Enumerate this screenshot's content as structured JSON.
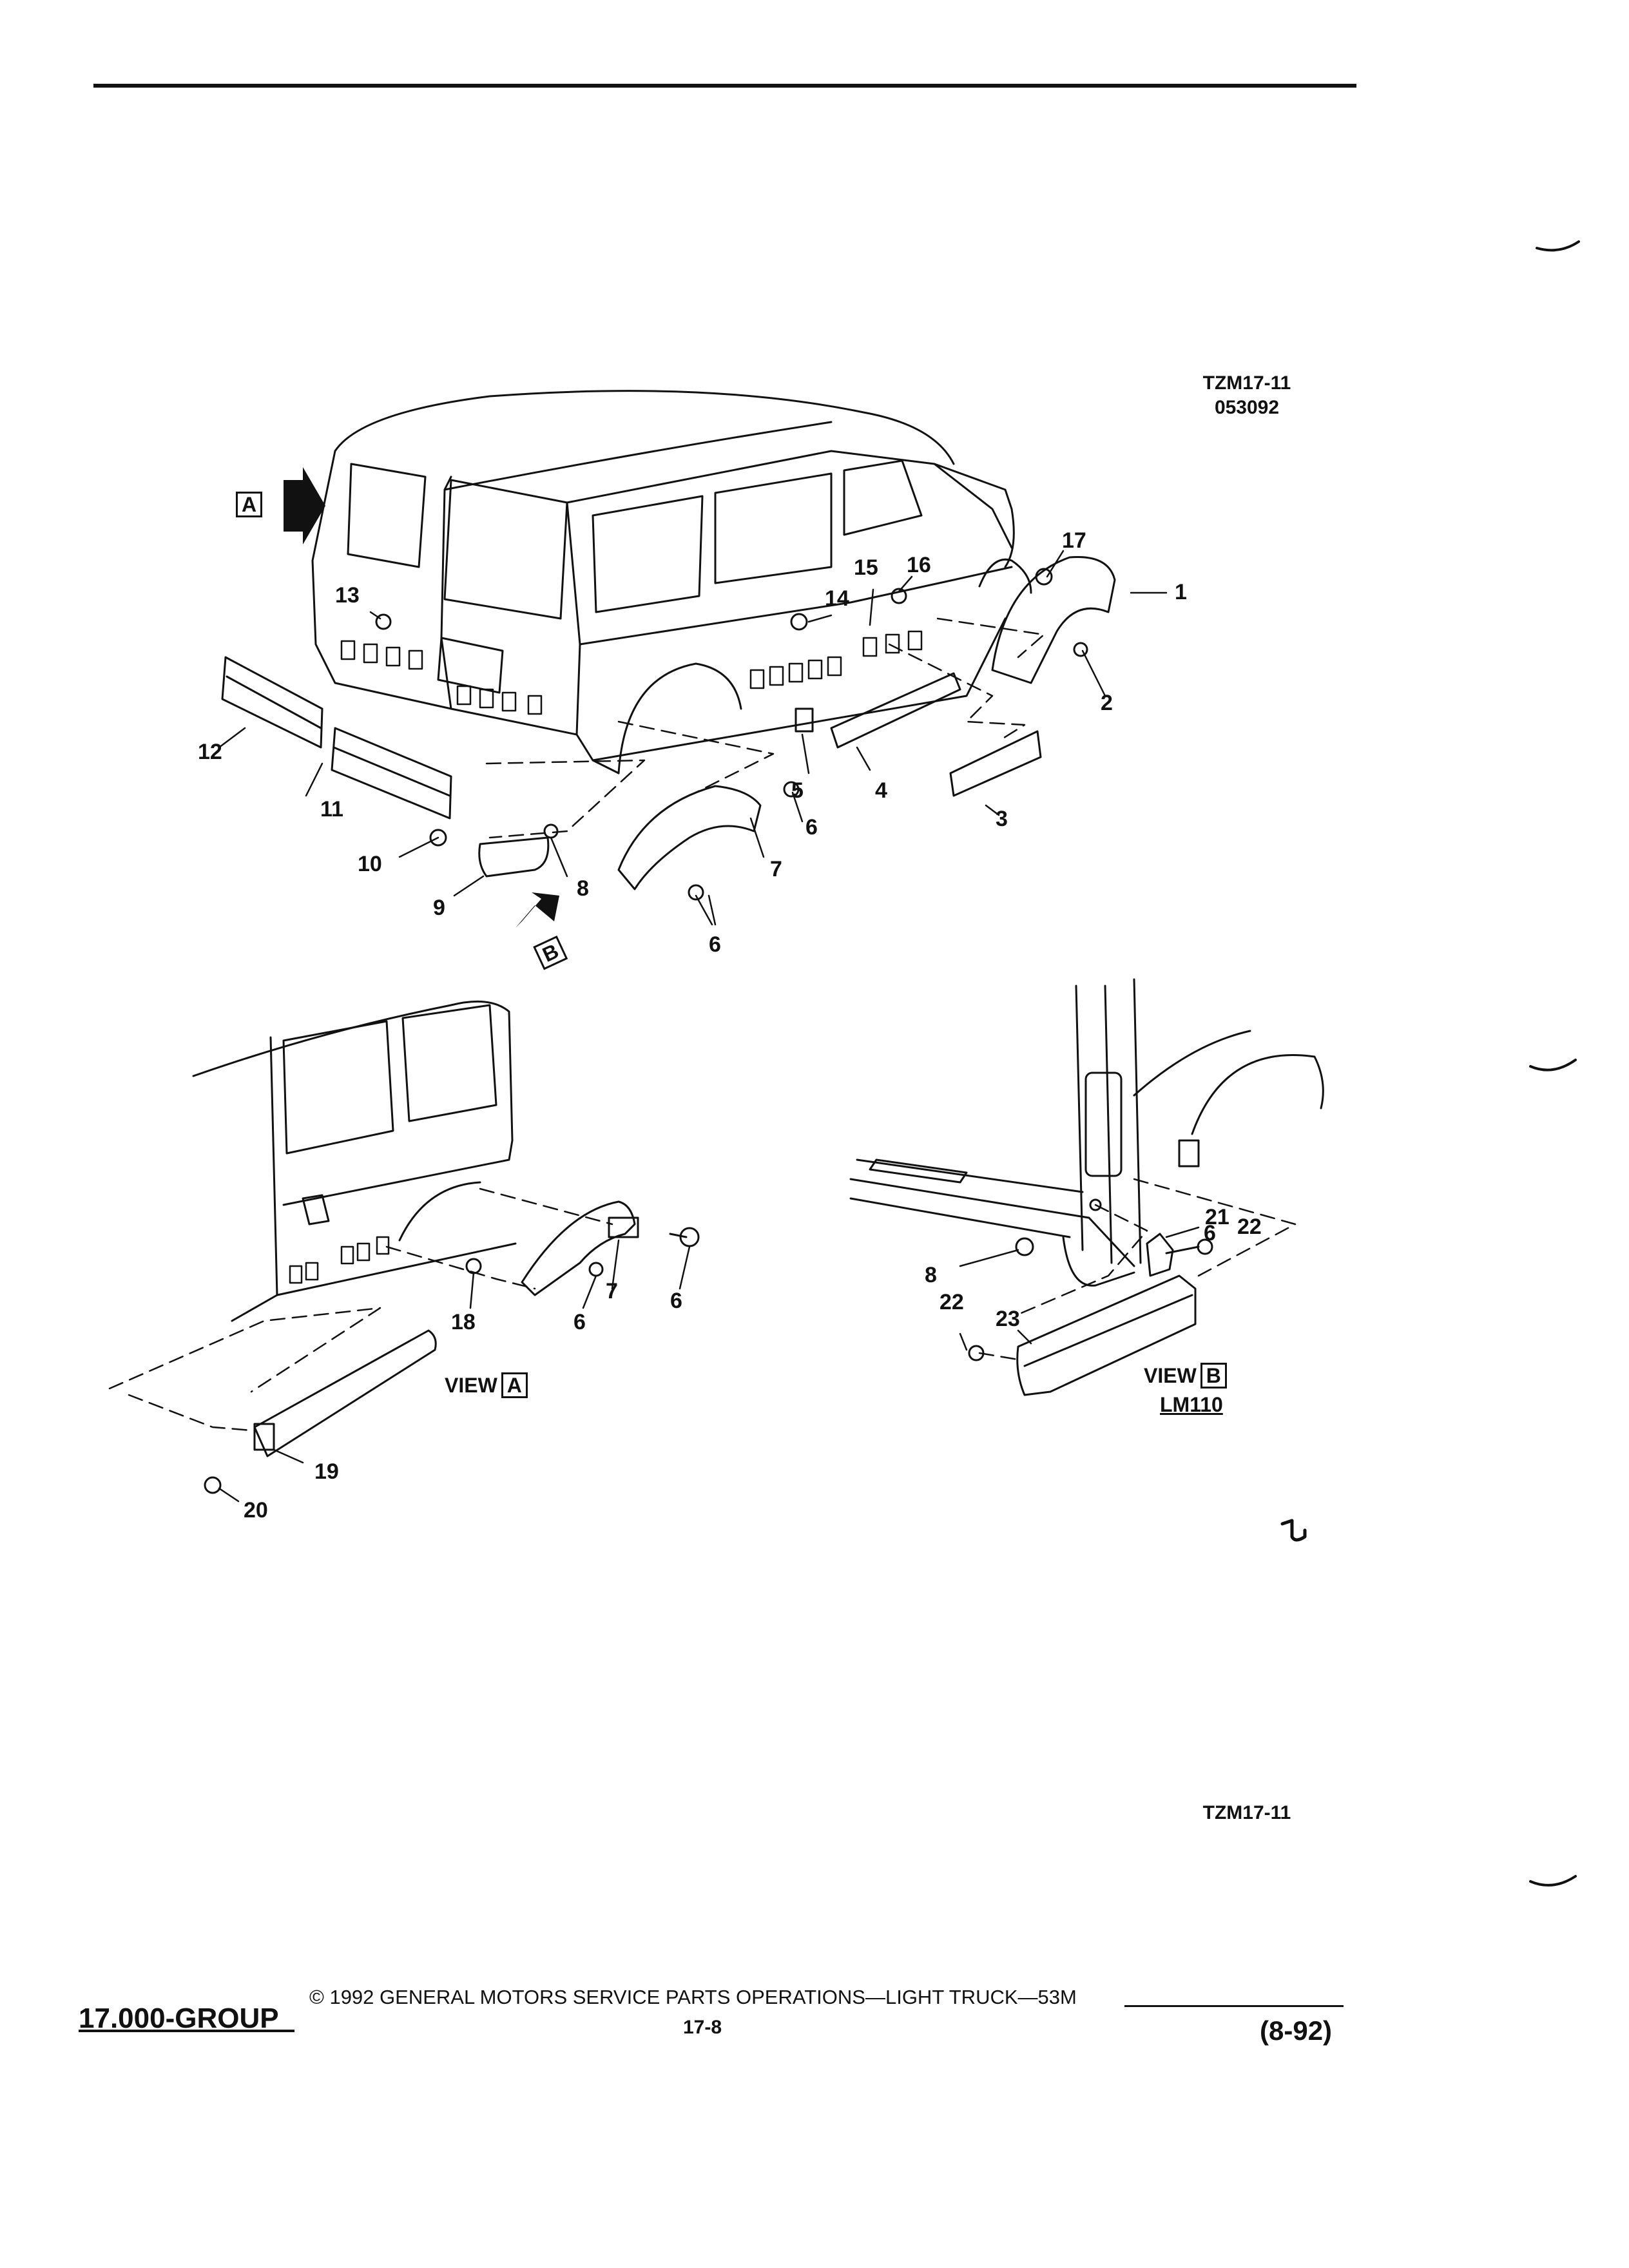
{
  "illustration": {
    "code": "TZM17-11",
    "date": "053092",
    "code_bottom": "TZM17-11"
  },
  "callouts": [
    "1",
    "2",
    "3",
    "4",
    "5",
    "6",
    "7",
    "8",
    "9",
    "10",
    "11",
    "12",
    "13",
    "14",
    "15",
    "16",
    "17",
    "6",
    "6",
    "18",
    "19",
    "20",
    "6",
    "7",
    "6",
    "8",
    "21",
    "22",
    "22",
    "23"
  ],
  "view_markers": {
    "a": "A",
    "b": "B"
  },
  "views": {
    "a": {
      "prefix": "VIEW",
      "letter": "A"
    },
    "b": {
      "prefix": "VIEW",
      "letter": "B",
      "ref": "LM110"
    }
  },
  "footer": {
    "group": "17.000-GROUP",
    "copyright": "© 1992 GENERAL MOTORS SERVICE PARTS OPERATIONS—LIGHT TRUCK—53M",
    "page": "17-8",
    "revision": "(8-92)"
  }
}
